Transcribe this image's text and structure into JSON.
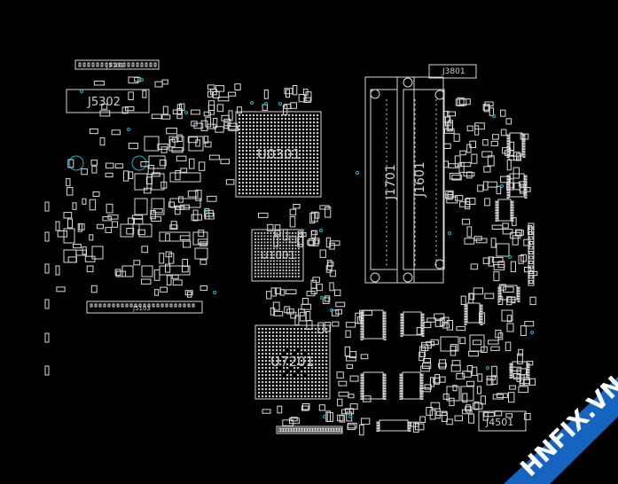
{
  "board_view": {
    "labels": {
      "J5101": "J5101",
      "J5302": "J5302",
      "J5103": "J5103",
      "J3801": "J3801",
      "U0301": "U0301",
      "J1701": "J1701",
      "J1601": "J1601",
      "U1001": "U1001",
      "U7201": "U7201",
      "J4501": "J4501"
    },
    "watermark": {
      "text": "HNFIX.VN",
      "banner_color": "#1565c0",
      "accent_color": "#e53935"
    },
    "colors": {
      "background": "#000000",
      "outline": "#d9d9d9",
      "via": "#00bcd4"
    }
  }
}
